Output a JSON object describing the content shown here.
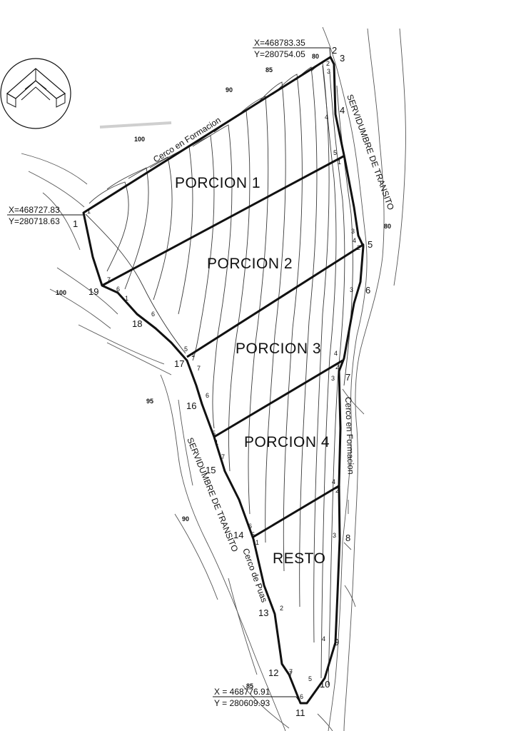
{
  "parcels": {
    "porcion1": "PORCION 1",
    "porcion2": "PORCION 2",
    "porcion3": "PORCION 3",
    "porcion4": "PORCION 4",
    "resto": "RESTO"
  },
  "coordinates": {
    "top": {
      "x": "X=468783.35",
      "y": "Y=280754.05"
    },
    "left": {
      "x": "X=468727.83",
      "y": "Y=280718.63"
    },
    "bottom": {
      "x": "X = 468776.91",
      "y": "Y = 280609.93"
    }
  },
  "annotations": {
    "fence_top": "Cerco en Formacion",
    "fence_right": "Cerco en Formacion",
    "easement_right": "SERVIDUMBRE DE TRANSITO",
    "easement_left": "SERVIDUMBRE DE TRANSITO",
    "barbed_fence": "Cerco de Puas"
  },
  "vertices": [
    "1",
    "2",
    "3",
    "4",
    "5",
    "6",
    "7",
    "8",
    "9",
    "10",
    "11",
    "12",
    "13",
    "14",
    "15",
    "16",
    "17",
    "18",
    "19"
  ],
  "elevations": {
    "e80a": "80",
    "e85a": "85",
    "e90a": "90",
    "e100a": "100",
    "e80b": "80",
    "e100b": "100",
    "e95": "95",
    "e90b": "90",
    "e85b": "85"
  },
  "small_points": {
    "p1a": "1",
    "p2a": "2",
    "p3a": "3",
    "p4a": "4",
    "p5a": "5",
    "p6a": "6",
    "p7a": "7",
    "p1b": "1",
    "p2b": "2",
    "p3b": "3",
    "p4b": "4",
    "p5b": "5",
    "p6b": "6",
    "p7b": "7",
    "p1c": "1",
    "p2c": "2",
    "p3c": "3",
    "p4c": "4",
    "p5c": "5",
    "p6c": "6",
    "p7c": "7",
    "p1d": "1",
    "p2d": "2",
    "p3d": "3",
    "p4d": "4",
    "p5d": "5",
    "p6d": "6",
    "p7d": "7",
    "p1e": "1",
    "p2e": "2",
    "p3e": "3",
    "p4e": "4",
    "p5e": "5",
    "p6e": "6",
    "p7e": "7"
  }
}
